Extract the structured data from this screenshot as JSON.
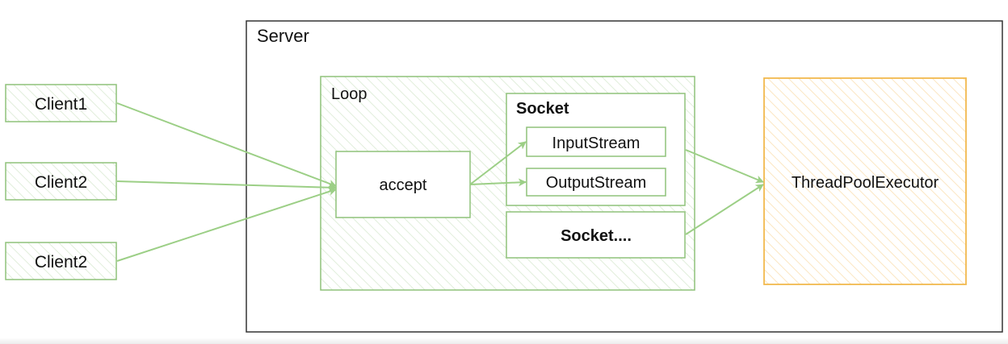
{
  "server": {
    "label": "Server"
  },
  "loop": {
    "label": "Loop"
  },
  "clients": [
    {
      "label": "Client1"
    },
    {
      "label": "Client2"
    },
    {
      "label": "Client2"
    }
  ],
  "accept": {
    "label": "accept"
  },
  "socket": {
    "label": "Socket",
    "input_stream": "InputStream",
    "output_stream": "OutputStream"
  },
  "socket_more": {
    "label": "Socket...."
  },
  "executor": {
    "label": "ThreadPoolExecutor"
  },
  "colors": {
    "green_border": "#8fc27a",
    "green_arrow": "#9ccf86",
    "green_hatch": "#e1eedb",
    "orange_border": "#f2b94e",
    "orange_hatch": "#fbe6c2",
    "server_border": "#333333",
    "text": "#111111"
  }
}
